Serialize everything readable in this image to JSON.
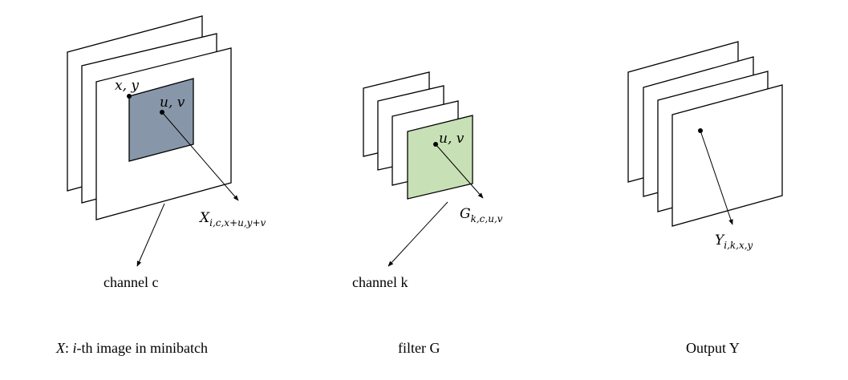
{
  "colors": {
    "input_patch": "#8796a8",
    "filter_patch": "#c8e0b5",
    "stroke": "#000000"
  },
  "input": {
    "pos_label": "x, y",
    "offset_label": "u, v",
    "value_main": "X",
    "value_sub": "i,c,x+u,y+v",
    "channel_label": "channel c",
    "caption_symbol": "X",
    "caption_rest": ": ",
    "caption_i": "i",
    "caption_tail": "-th image in minibatch"
  },
  "filter": {
    "offset_label": "u, v",
    "value_main": "G",
    "value_sub": "k,c,u,v",
    "channel_label": "channel k",
    "caption": "filter G"
  },
  "output": {
    "value_main": "Y",
    "value_sub": "i,k,x,y",
    "caption": "Output Y"
  }
}
